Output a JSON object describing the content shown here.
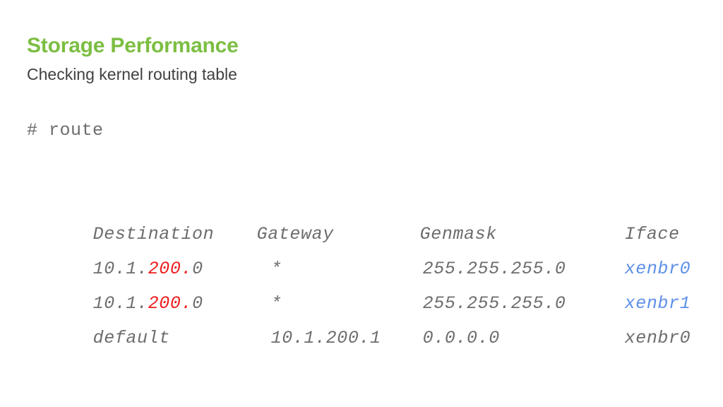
{
  "slide": {
    "title": "Storage Performance",
    "subtitle": "Checking kernel routing table",
    "title_color": "#7cbe42",
    "subtitle_color": "#414141"
  },
  "console": {
    "prompt_line": "# route",
    "text_color": "#6d6d6d",
    "highlight_red": "#ee1c1c",
    "highlight_blue": "#5d90e8",
    "table": {
      "headers": {
        "destination": "Destination",
        "gateway": "Gateway",
        "genmask": "Genmask",
        "iface": "Iface"
      },
      "rows": [
        {
          "destination_prefix": "10.1.",
          "destination_highlight": "200.",
          "destination_suffix": "0",
          "gateway": "*",
          "genmask": "255.255.255.0",
          "iface": "xenbr0",
          "iface_color": "blue"
        },
        {
          "destination_prefix": "10.1.",
          "destination_highlight": "200.",
          "destination_suffix": "0",
          "gateway": "*",
          "genmask": "255.255.255.0",
          "iface": "xenbr1",
          "iface_color": "blue"
        },
        {
          "destination_prefix": "default",
          "destination_highlight": "",
          "destination_suffix": "",
          "gateway": "10.1.200.1",
          "genmask": "0.0.0.0",
          "iface": "xenbr0",
          "iface_color": "gray"
        }
      ]
    }
  }
}
